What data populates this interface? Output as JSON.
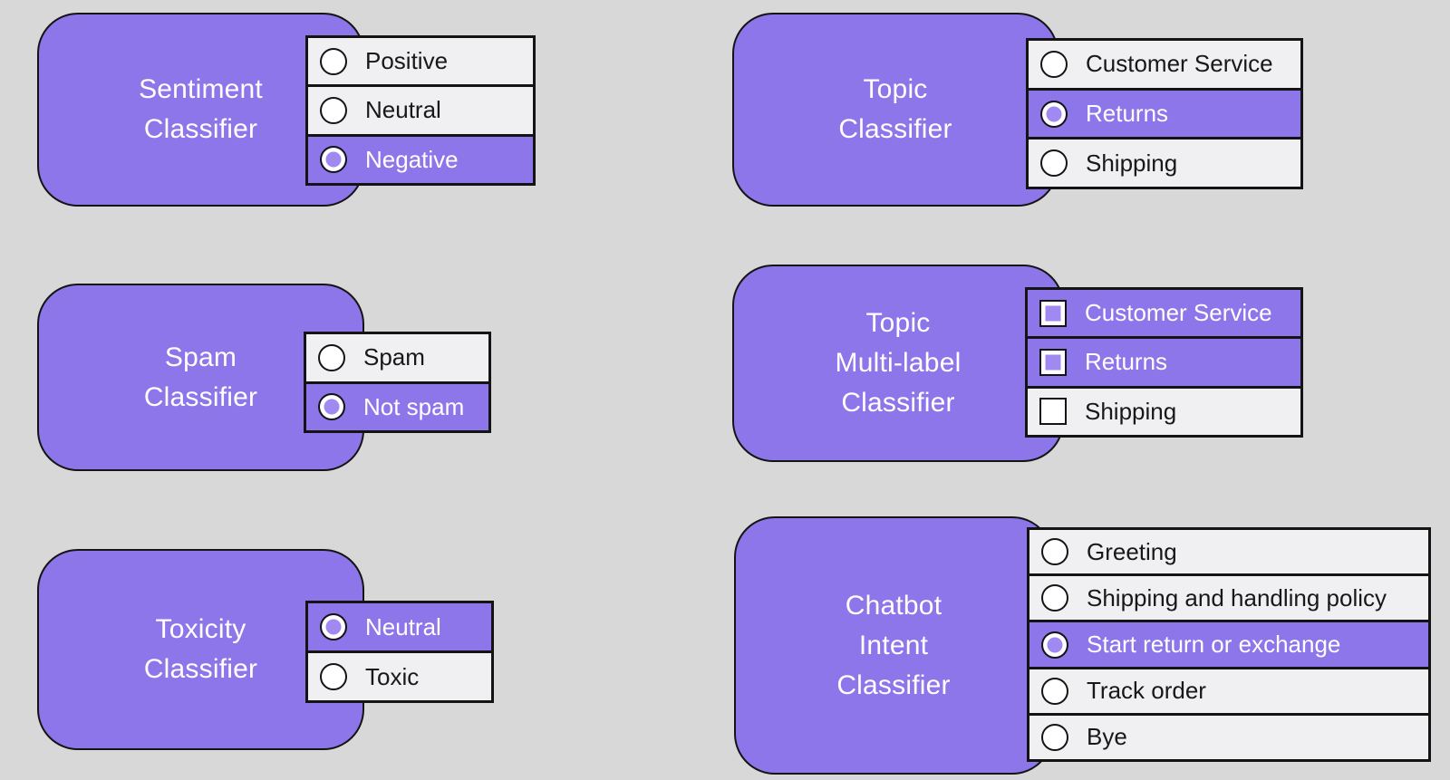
{
  "colors": {
    "purple": "#8D76E9",
    "control_fill_purple": "#A089F0",
    "row_light": "#F0F0F2",
    "border": "#141414",
    "background": "#D8D8D8",
    "title_text": "#FFFFFF"
  },
  "classifiers": [
    {
      "id": "sentiment",
      "title_lines": [
        "Sentiment",
        "Classifier"
      ],
      "control": "radio",
      "options": [
        {
          "label": "Positive",
          "selected": false
        },
        {
          "label": "Neutral",
          "selected": false
        },
        {
          "label": "Negative",
          "selected": true
        }
      ]
    },
    {
      "id": "topic",
      "title_lines": [
        "Topic",
        "Classifier"
      ],
      "control": "radio",
      "options": [
        {
          "label": "Customer Service",
          "selected": false
        },
        {
          "label": "Returns",
          "selected": true
        },
        {
          "label": "Shipping",
          "selected": false
        }
      ]
    },
    {
      "id": "spam",
      "title_lines": [
        "Spam",
        "Classifier"
      ],
      "control": "radio",
      "options": [
        {
          "label": "Spam",
          "selected": false
        },
        {
          "label": "Not spam",
          "selected": true
        }
      ]
    },
    {
      "id": "topic-multi-label",
      "title_lines": [
        "Topic",
        "Multi-label",
        "Classifier"
      ],
      "control": "checkbox",
      "options": [
        {
          "label": "Customer Service",
          "selected": true
        },
        {
          "label": "Returns",
          "selected": true
        },
        {
          "label": "Shipping",
          "selected": false
        }
      ]
    },
    {
      "id": "toxicity",
      "title_lines": [
        "Toxicity",
        "Classifier"
      ],
      "control": "radio",
      "options": [
        {
          "label": "Neutral",
          "selected": true
        },
        {
          "label": "Toxic",
          "selected": false
        }
      ]
    },
    {
      "id": "chatbot-intent",
      "title_lines": [
        "Chatbot",
        "Intent",
        "Classifier"
      ],
      "control": "radio",
      "options": [
        {
          "label": "Greeting",
          "selected": false
        },
        {
          "label": "Shipping and handling policy",
          "selected": false
        },
        {
          "label": "Start return or exchange",
          "selected": true
        },
        {
          "label": "Track order",
          "selected": false
        },
        {
          "label": "Bye",
          "selected": false
        }
      ]
    }
  ]
}
